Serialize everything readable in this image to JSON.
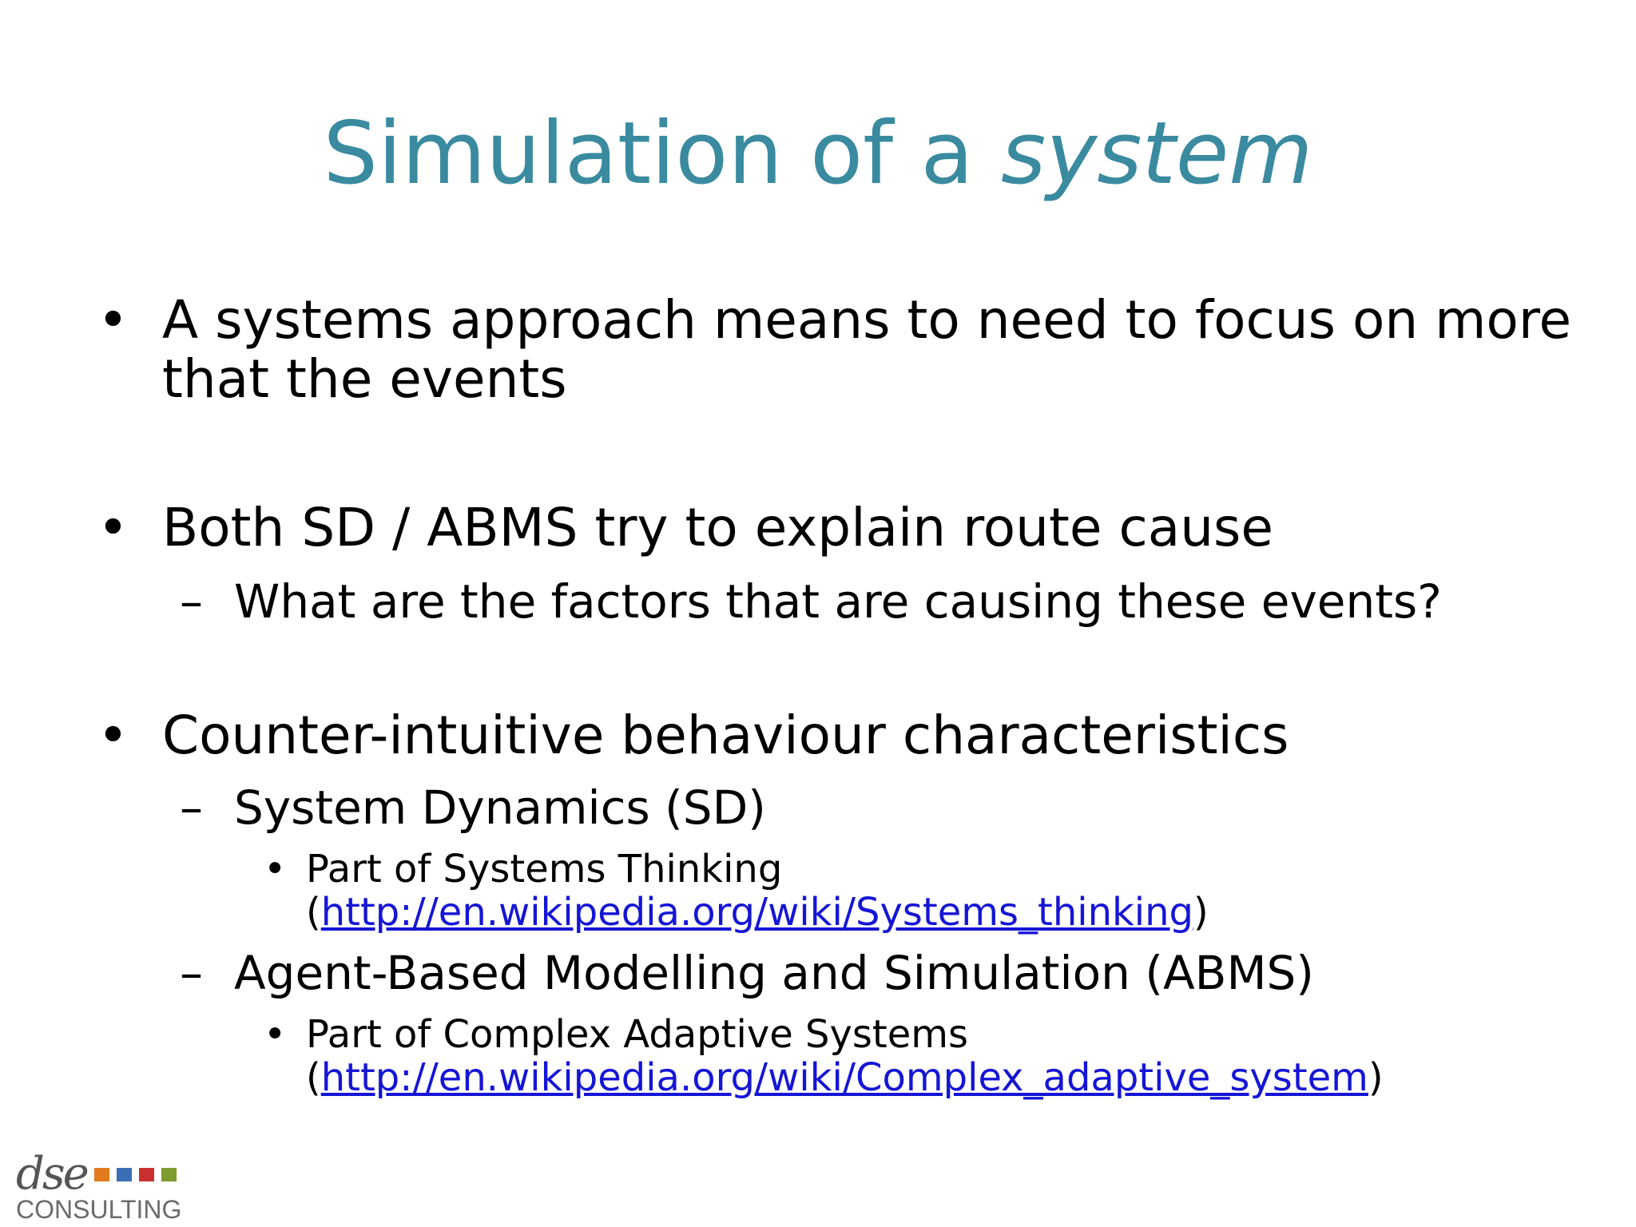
{
  "title": {
    "plain": "Simulation of a ",
    "italic": "system"
  },
  "bullets": [
    {
      "marker": "•",
      "lines": [
        "A systems approach means to need to focus on more",
        "that the events"
      ]
    },
    {
      "marker": "•",
      "lines": [
        "Both SD / ABMS try to explain route cause"
      ],
      "sub": [
        {
          "marker": "–",
          "text": "What are the factors that are causing these events?"
        }
      ]
    },
    {
      "marker": "•",
      "lines": [
        "Counter-intuitive behaviour characteristics"
      ],
      "sub": [
        {
          "marker": "–",
          "text": "System Dynamics (SD)",
          "sub": [
            {
              "marker": "•",
              "text": "Part of Systems Thinking",
              "open_paren": "(",
              "link": "http://en.wikipedia.org/wiki/Systems_thinking",
              "close_paren": ")"
            }
          ]
        },
        {
          "marker": "–",
          "text": "Agent-Based Modelling and Simulation (ABMS)",
          "sub": [
            {
              "marker": "•",
              "text": "Part of Complex Adaptive Systems",
              "open_paren": "(",
              "link": "http://en.wikipedia.org/wiki/Complex_adaptive_system",
              "close_paren": ")"
            }
          ]
        }
      ]
    }
  ],
  "logo": {
    "wordmark": "dse",
    "subtitle": "CONSULTING",
    "square_colors": [
      "#e07b1f",
      "#3a6fb5",
      "#c8312f",
      "#7e9b2e"
    ]
  },
  "colors": {
    "title": "#3a8aa0",
    "link": "#1515d6",
    "text": "#000000"
  }
}
